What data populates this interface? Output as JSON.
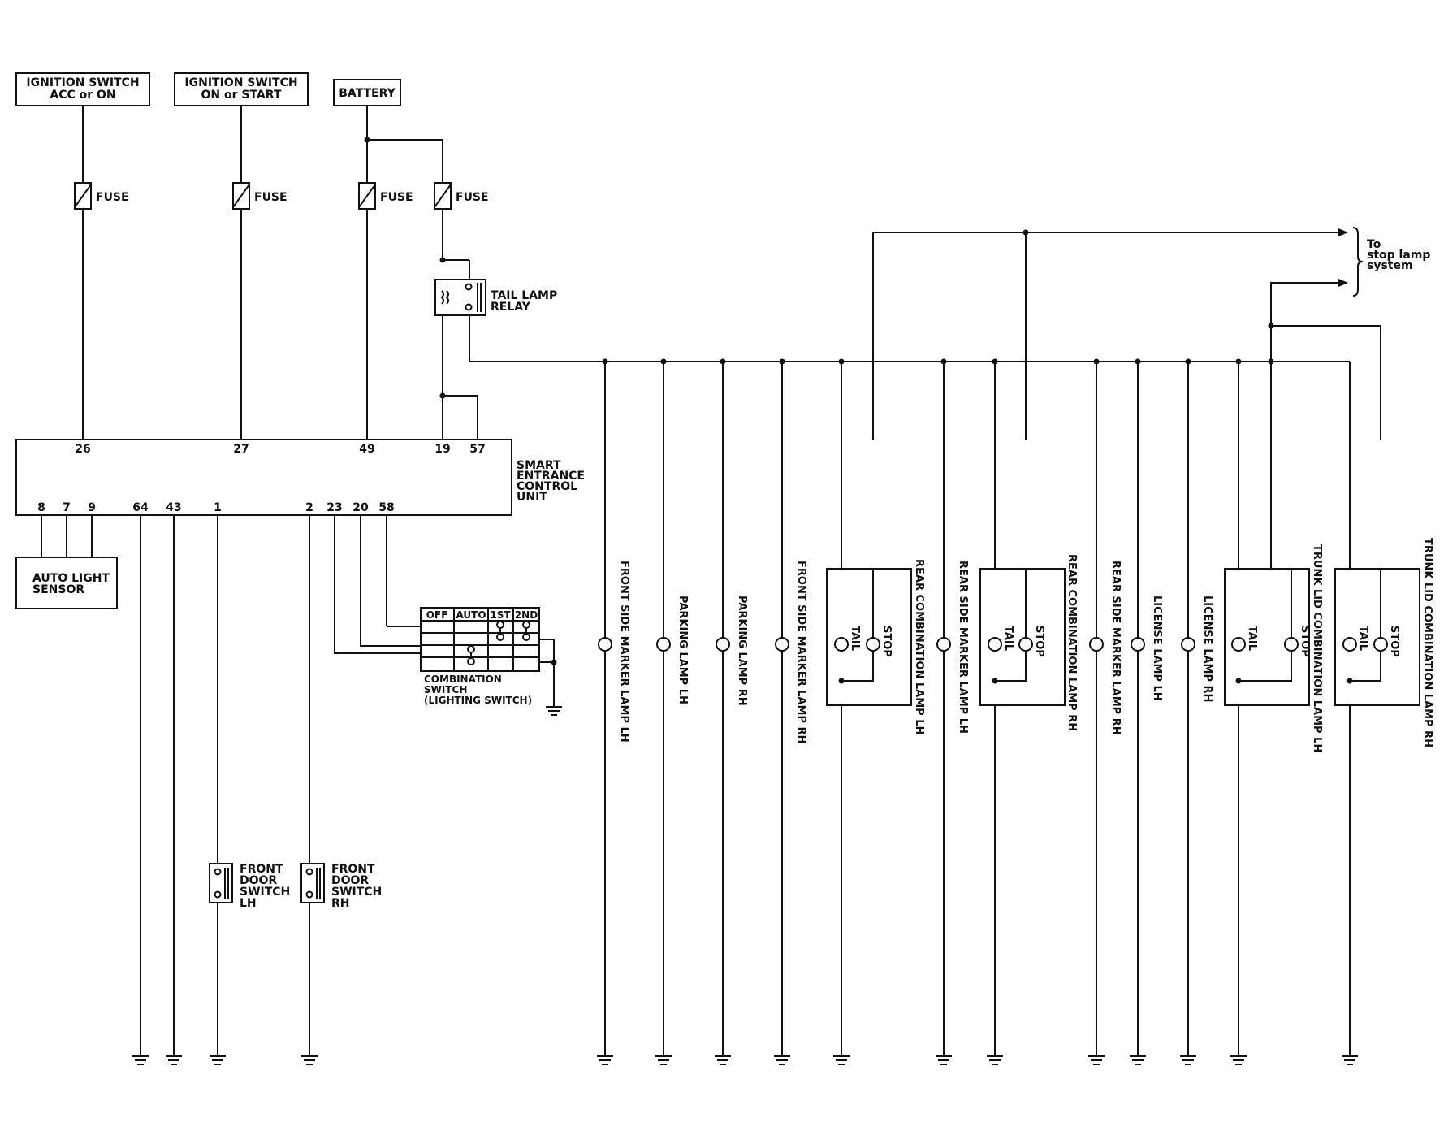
{
  "supplies": {
    "ign_acc": [
      "IGNITION SWITCH",
      "ACC or ON"
    ],
    "ign_on": [
      "IGNITION SWITCH",
      "ON or START"
    ],
    "battery": "BATTERY"
  },
  "fuse_label": "FUSE",
  "relay": [
    "TAIL LAMP",
    "RELAY"
  ],
  "stop_lamp_note": [
    "To",
    "stop lamp",
    "system"
  ],
  "control_unit": {
    "name": [
      "SMART",
      "ENTRANCE",
      "CONTROL",
      "UNIT"
    ],
    "top_pins": [
      "26",
      "27",
      "49",
      "19",
      "57"
    ],
    "bottom_pins": [
      "8",
      "7",
      "9",
      "64",
      "43",
      "1",
      "2",
      "23",
      "20",
      "58"
    ]
  },
  "auto_light_sensor": [
    "AUTO LIGHT",
    "SENSOR"
  ],
  "combination_switch": {
    "label": [
      "COMBINATION",
      "SWITCH",
      "(LIGHTING SWITCH)"
    ],
    "positions": [
      "OFF",
      "AUTO",
      "1ST",
      "2ND"
    ]
  },
  "door_switches": {
    "lh": [
      "FRONT",
      "DOOR",
      "SWITCH",
      "LH"
    ],
    "rh": [
      "FRONT",
      "DOOR",
      "SWITCH",
      "RH"
    ]
  },
  "lamps": {
    "front_side_marker_lh": "FRONT SIDE MARKER LAMP LH",
    "parking_lh": "PARKING LAMP LH",
    "parking_rh": "PARKING LAMP RH",
    "front_side_marker_rh": "FRONT SIDE MARKER LAMP RH",
    "rear_combination_lh": "REAR COMBINATION LAMP LH",
    "rear_side_marker_lh": "REAR SIDE MARKER LAMP LH",
    "rear_combination_rh": "REAR COMBINATION LAMP RH",
    "rear_side_marker_rh": "REAR SIDE MARKER LAMP RH",
    "license_lh": "LICENSE LAMP LH",
    "license_rh": "LICENSE LAMP RH",
    "trunk_lid_combination_lh": "TRUNK LID COMBINATION LAMP LH",
    "trunk_lid_combination_rh": "TRUNK LID COMBINATION LAMP RH"
  },
  "lamp_terms": {
    "tail": "TAIL",
    "stop": "STOP"
  }
}
